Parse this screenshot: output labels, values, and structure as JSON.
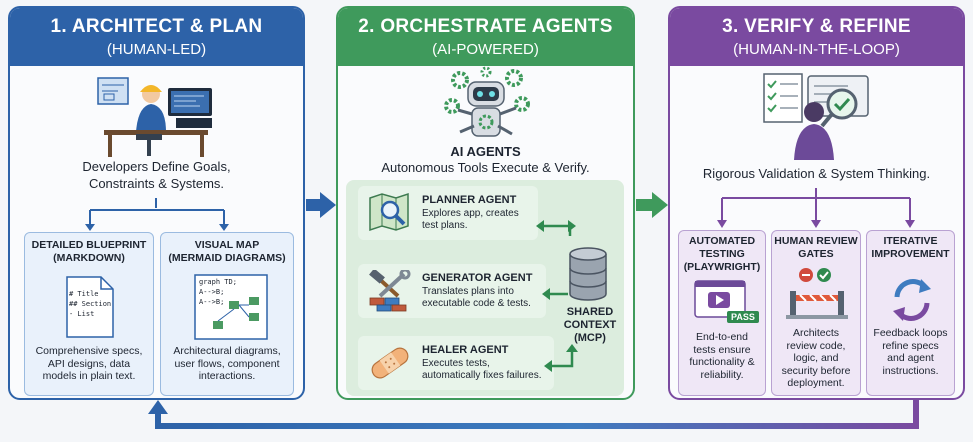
{
  "panel1": {
    "title": "1. ARCHITECT & PLAN",
    "subtitle": "(HUMAN-LED)",
    "caption_line1": "Developers Define Goals,",
    "caption_line2": "Constraints & Systems.",
    "blueprint": {
      "title_line1": "DETAILED BLUEPRINT",
      "title_line2": "(MARKDOWN)",
      "doc_line1": "# Title",
      "doc_line2": "## Section",
      "doc_line3": "- List",
      "desc_line1": "Comprehensive specs,",
      "desc_line2": "API designs, data",
      "desc_line3": "models in plain text."
    },
    "visual_map": {
      "title_line1": "VISUAL MAP",
      "title_line2": "(MERMAID DIAGRAMS)",
      "code_line1": "graph TD;",
      "code_line2": "A-->B;",
      "code_line3": "A-->B;",
      "desc_line1": "Architectural diagrams,",
      "desc_line2": "user flows, component",
      "desc_line3": "interactions."
    }
  },
  "panel2": {
    "title": "2. ORCHESTRATE AGENTS",
    "subtitle": "(AI-POWERED)",
    "heading": "AI AGENTS",
    "caption": "Autonomous Tools Execute & Verify.",
    "agents": [
      {
        "name": "PLANNER AGENT",
        "desc_line1": "Explores app, creates",
        "desc_line2": "test plans."
      },
      {
        "name": "GENERATOR AGENT",
        "desc_line1": "Translates plans into",
        "desc_line2": "executable code & tests."
      },
      {
        "name": "HEALER AGENT",
        "desc_line1": "Executes tests,",
        "desc_line2": "automatically fixes failures."
      }
    ],
    "context_line1": "SHARED",
    "context_line2": "CONTEXT",
    "context_line3": "(MCP)"
  },
  "panel3": {
    "title": "3. VERIFY & REFINE",
    "subtitle": "(HUMAN-IN-THE-LOOP)",
    "caption": "Rigorous Validation & System Thinking.",
    "pass_label": "PASS",
    "boxes": [
      {
        "title_line1": "AUTOMATED",
        "title_line2": "TESTING",
        "title_line3": "(PLAYWRIGHT)",
        "d1": "End-to-end",
        "d2": "tests ensure",
        "d3": "functionality &",
        "d4": "reliability."
      },
      {
        "title_line1": "HUMAN REVIEW",
        "title_line2": "GATES",
        "title_line3": "",
        "d1": "Architects",
        "d2": "review code,",
        "d3": "logic, and",
        "d4": "security before",
        "d5": "deployment."
      },
      {
        "title_line1": "ITERATIVE",
        "title_line2": "IMPROVEMENT",
        "title_line3": "",
        "d1": "Feedback loops",
        "d2": "refine specs",
        "d3": "and agent",
        "d4": "instructions."
      }
    ]
  },
  "colors": {
    "blue": "#2d62a8",
    "green": "#3f9a5c",
    "purple": "#7a4aa0"
  }
}
